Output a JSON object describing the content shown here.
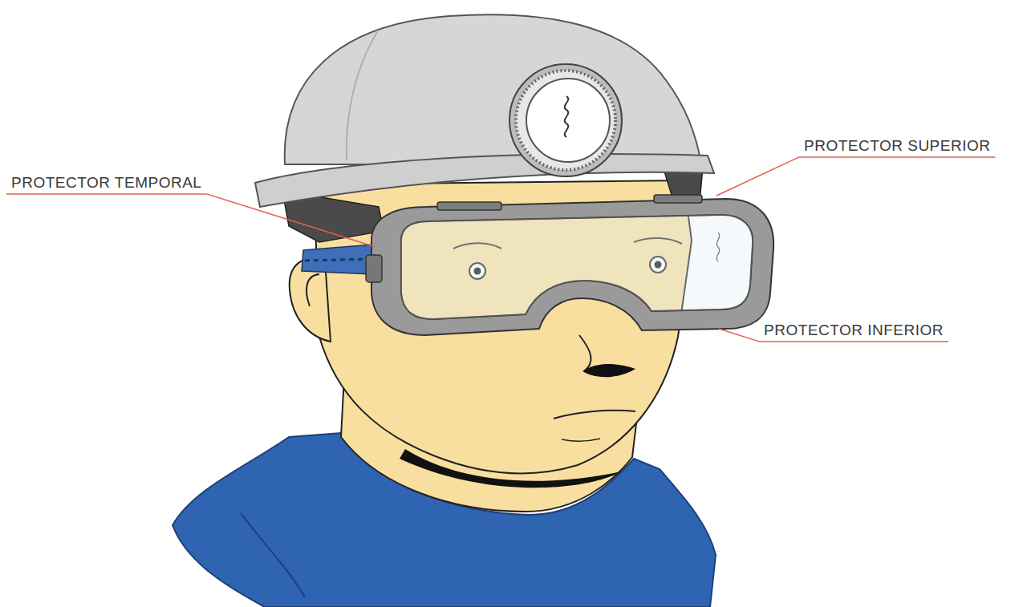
{
  "diagram": {
    "labels": [
      "PROTECTOR SUPERIOR",
      "PROTECTOR TEMPORAL",
      "PROTECTOR INFERIOR"
    ]
  }
}
